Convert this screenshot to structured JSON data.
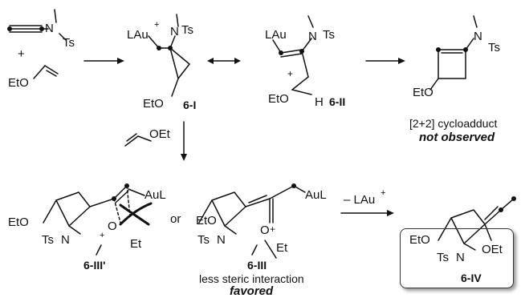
{
  "labels": {
    "plus": "+",
    "n_ts": "N",
    "ts": "Ts",
    "eto": "EtO",
    "oet": "OEt",
    "lau_plus": "LAu",
    "plus_sup": "+",
    "lau": "LAu",
    "h": "H",
    "aul": "AuL",
    "or": "or",
    "o": "O",
    "et": "Et",
    "ts_n": "Ts",
    "minus_lau": "– LAu",
    "n": "N"
  },
  "compounds": {
    "c1": "6-I",
    "c2": "6-II",
    "c3": "6-III'",
    "c4": "6-III",
    "c5": "6-IV"
  },
  "notes": {
    "cycloadduct": "[2+2] cycloadduct",
    "not_observed": "not observed",
    "less_steric": "less steric interaction",
    "favored": "favored"
  }
}
